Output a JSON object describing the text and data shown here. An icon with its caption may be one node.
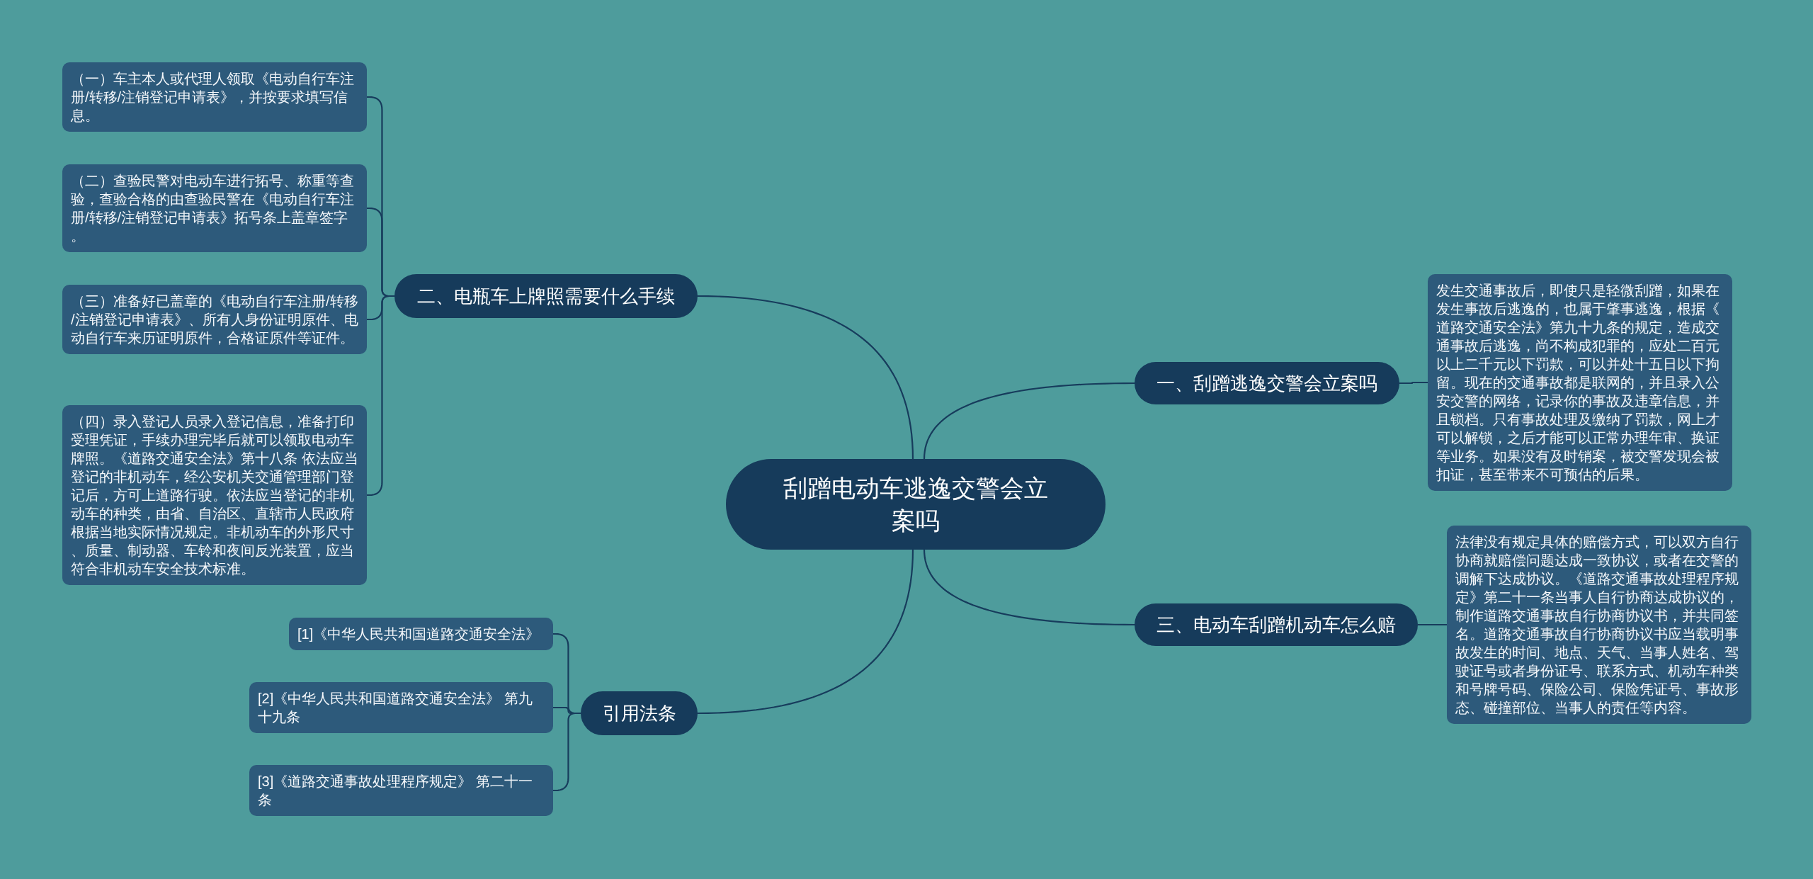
{
  "diagram": {
    "nodes": [
      {
        "text": [
          "刮蹭电动车逃逸交警会立案吗"
        ]
      },
      {
        "text": [
          "二、电瓶车上牌照需要什么手续"
        ]
      },
      {
        "text": [
          "（一）车主本人或代理人领取《电动自行车注册/转移/注销登记申请表》，并按要求填写信息。"
        ]
      },
      {
        "text": [
          "（二）查验民警对电动车进行拓号、称重等查验，查验合格的由查验民警在《电动自行车注册/转移/注销登记申请表》拓号条上盖章签字。"
        ]
      },
      {
        "text": [
          "（三）准备好已盖章的《电动自行车注册/转移/注销登记申请表》、所有人身份证明原件、电动自行车来历证明原件，合格证原件等证件。"
        ]
      },
      {
        "text": [
          "（四）录入登记人员录入登记信息，准备打印受理凭证，手续办理完毕后就可以领取电动车牌照。《道路交通安全法》第十八条 依法应当登记的非机动车，经公安机关交通管理部门登记后，方可上道路行驶。依法应当登记的非机动车的种类，由省、自治区、直辖市人民政府根据当地实际情况规定。非机动车的外形尺寸、质量、制动器、车铃和夜间反光装置，应当符合非机动车安全技术标准。"
        ]
      },
      {
        "text": [
          "一、刮蹭逃逸交警会立案吗"
        ]
      },
      {
        "text": [
          "发生交通事故后，即使只是轻微刮蹭，如果在发生事故后逃逸的，也属于肇事逃逸，根据《道路交通安全法》第九十九条的规定，造成交通事故后逃逸，尚不构成犯罪的，应处二百元以上二千元以下罚款，可以并处十五日以下拘留。现在的交通事故都是联网的，并且录入公安交警的网络，记录你的事故及违章信息，并且锁档。只有事故处理及缴纳了罚款，网上才可以解锁，之后才能可以正常办理年审、换证等业务。如果没有及时销案，被交警发现会被扣证，甚至带来不可预估的后果。"
        ]
      },
      {
        "text": [
          "三、电动车刮蹭机动车怎么赔"
        ]
      },
      {
        "text": [
          "法律没有规定具体的赔偿方式，可以双方自行协商就赔偿问题达成一致协议，或者在交警的调解下达成协议。《道路交通事故处理程序规定》第二十一条当事人自行协商达成协议的，制作道路交通事故自行协商协议书，并共同签名。道路交通事故自行协商协议书应当载明事故发生的时间、地点、天气、当事人姓名、驾驶证号或者身份证号、联系方式、机动车种类和号牌号码、保险公司、保险凭证号、事故形态、碰撞部位、当事人的责任等内容。"
        ]
      },
      {
        "text": [
          "引用法条"
        ]
      },
      {
        "text": [
          "[1]《中华人民共和国道路交通安全法》"
        ]
      },
      {
        "text": [
          "[2]《中华人民共和国道路交通安全法》 第九十九条"
        ]
      },
      {
        "text": [
          "[3]《道路交通事故处理程序规定》 第二十一条"
        ]
      }
    ],
    "edges": [
      {
        "from": 0,
        "to": 1,
        "arrow": "none"
      },
      {
        "from": 1,
        "to": 2,
        "arrow": "none"
      },
      {
        "from": 1,
        "to": 3,
        "arrow": "none"
      },
      {
        "from": 1,
        "to": 4,
        "arrow": "none"
      },
      {
        "from": 1,
        "to": 5,
        "arrow": "none"
      },
      {
        "from": 0,
        "to": 6,
        "arrow": "none"
      },
      {
        "from": 6,
        "to": 7,
        "arrow": "none"
      },
      {
        "from": 0,
        "to": 8,
        "arrow": "none"
      },
      {
        "from": 8,
        "to": 9,
        "arrow": "none"
      },
      {
        "from": 0,
        "to": 10,
        "arrow": "none"
      },
      {
        "from": 10,
        "to": 11,
        "arrow": "none"
      },
      {
        "from": 10,
        "to": 12,
        "arrow": "none"
      },
      {
        "from": 10,
        "to": 13,
        "arrow": "none"
      }
    ]
  }
}
